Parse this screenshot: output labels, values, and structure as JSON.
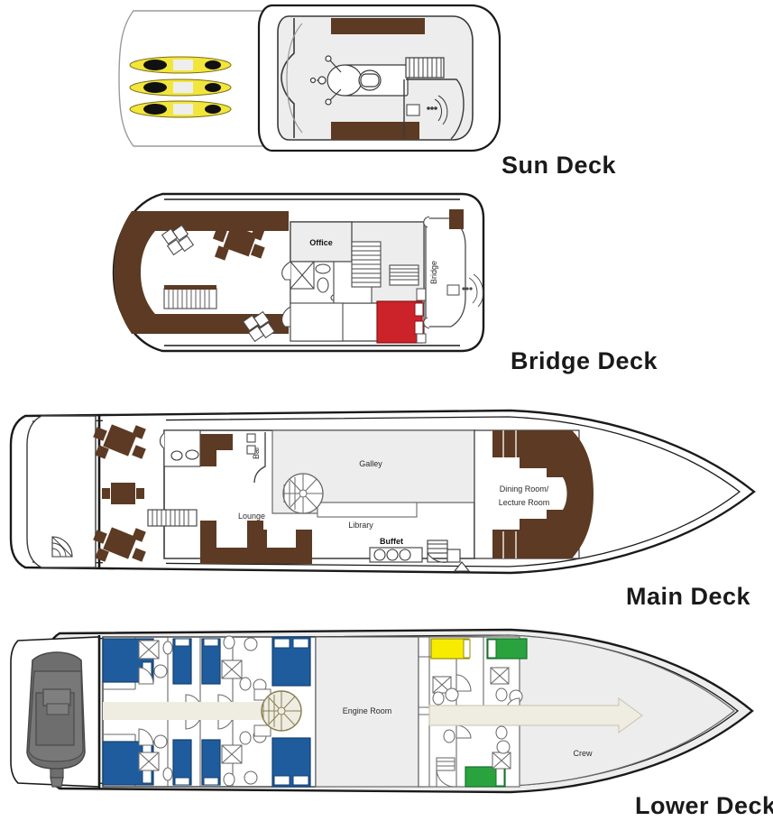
{
  "diagram": {
    "type": "ship-deck-plan",
    "deck_count": 4,
    "palette": {
      "hull_outline": "#1a1a1a",
      "deck_fill": "#ffffff",
      "room_fill": "#eeeeee",
      "teak_brown": "#5c3a23",
      "bed_blue": "#1f5c9e",
      "bed_red": "#cc2229",
      "bed_yellow": "#f7ec00",
      "bed_green": "#2aa33e",
      "kayak_yellow": "#f2e63c",
      "tender_gray": "#6e6e6e",
      "corridor_cream": "#efece1",
      "line_gray": "#8a8a8a"
    }
  },
  "decks": [
    {
      "id": "sun-deck",
      "title": "Sun Deck",
      "features": [
        {
          "name": "kayaks",
          "label": "",
          "count": 3,
          "color": "#f2e63c"
        },
        {
          "name": "sun-lounge-area",
          "label": ""
        },
        {
          "name": "jacuzzi",
          "label": ""
        },
        {
          "name": "teak-sunbed-panel-forward",
          "label": ""
        },
        {
          "name": "teak-sunbed-panel-aft",
          "label": ""
        },
        {
          "name": "stair-rail",
          "label": ""
        }
      ]
    },
    {
      "id": "bridge-deck",
      "title": "Bridge Deck",
      "features": [
        {
          "name": "office",
          "label": "Office"
        },
        {
          "name": "bridge",
          "label": "Bridge"
        },
        {
          "name": "captain-cabin-bed",
          "label": "",
          "color": "#cc2229"
        },
        {
          "name": "dining-table-outdoor",
          "label": ""
        },
        {
          "name": "sun-loungers",
          "label": "",
          "count": 2
        },
        {
          "name": "teak-deck-aft",
          "label": ""
        },
        {
          "name": "stairs",
          "label": ""
        },
        {
          "name": "bathroom",
          "label": ""
        }
      ]
    },
    {
      "id": "main-deck",
      "title": "Main Deck",
      "rooms": [
        {
          "name": "lounge",
          "label": "Lounge"
        },
        {
          "name": "bar",
          "label": "Bar",
          "orientation": "vertical"
        },
        {
          "name": "galley",
          "label": "Galley"
        },
        {
          "name": "library",
          "label": "Library"
        },
        {
          "name": "buffet",
          "label": "Buffet",
          "bold": true
        },
        {
          "name": "dining-lecture-room",
          "label": "Dining Room/\nLecture Room",
          "line1": "Dining Room/",
          "line2": "Lecture Room"
        }
      ],
      "features": [
        {
          "name": "outdoor-dining-tables",
          "label": "",
          "count": 3
        },
        {
          "name": "spiral-staircase",
          "label": ""
        },
        {
          "name": "teak-sofa-lounge",
          "label": ""
        },
        {
          "name": "teak-deck-foredeck",
          "label": ""
        },
        {
          "name": "stair-aft",
          "label": ""
        }
      ]
    },
    {
      "id": "lower-deck",
      "title": "Lower Deck",
      "rooms": [
        {
          "name": "engine-room",
          "label": "Engine Room"
        },
        {
          "name": "crew",
          "label": "Crew"
        }
      ],
      "features": [
        {
          "name": "tender-dinghy",
          "label": "",
          "color": "#6e6e6e"
        },
        {
          "name": "guest-cabins-blue",
          "label": "",
          "count": 8,
          "color": "#1f5c9e"
        },
        {
          "name": "crew-cabin-yellow",
          "label": "",
          "count": 1,
          "color": "#f7ec00"
        },
        {
          "name": "crew-cabin-green",
          "label": "",
          "count": 2,
          "color": "#2aa33e"
        },
        {
          "name": "spiral-staircase",
          "label": ""
        },
        {
          "name": "corridor",
          "label": ""
        },
        {
          "name": "bow-arrow-corridor",
          "label": ""
        }
      ]
    }
  ],
  "labels": {
    "office": "Office",
    "bridge": "Bridge",
    "lounge": "Lounge",
    "bar": "Bar",
    "galley": "Galley",
    "library": "Library",
    "buffet": "Buffet",
    "dining_line1": "Dining Room/",
    "dining_line2": "Lecture Room",
    "engine_room": "Engine Room",
    "crew": "Crew",
    "sun_deck": "Sun Deck",
    "bridge_deck": "Bridge Deck",
    "main_deck": "Main Deck",
    "lower_deck": "Lower Deck"
  }
}
